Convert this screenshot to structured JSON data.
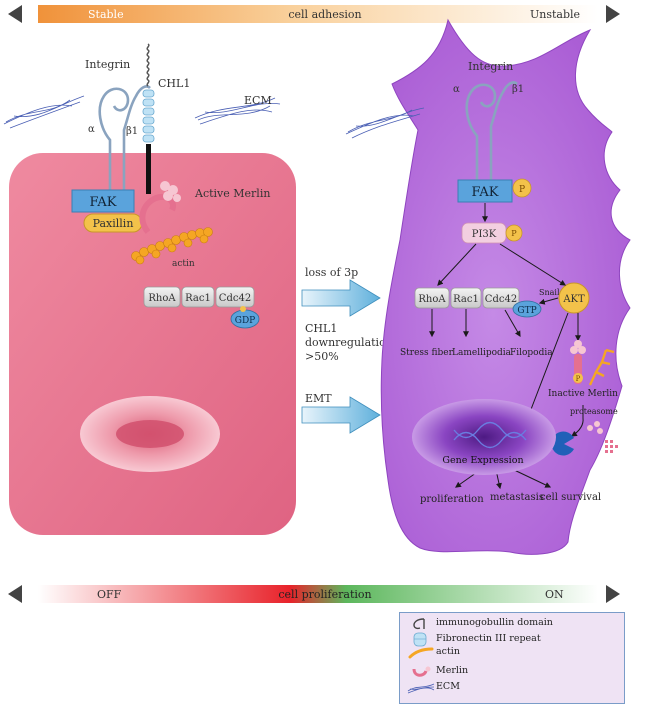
{
  "top_bar": {
    "left": "Stable",
    "center": "cell adhesion",
    "right": "Unstable"
  },
  "bottom_bar": {
    "left": "OFF",
    "center": "cell proliferation",
    "right": "ON"
  },
  "left_cell": {
    "integrin": "Integrin",
    "alpha": "α",
    "beta": "β1",
    "chl1": "CHL1",
    "ecm": "ECM",
    "fak": "FAK",
    "paxillin": "Paxillin",
    "active_merlin": "Active Merlin",
    "actin": "actin",
    "gtpases": [
      "RhoA",
      "Rac1",
      "Cdc42"
    ],
    "gdp": "GDP"
  },
  "arrows": {
    "loss": "loss of 3p",
    "chl1_line1": "CHL1",
    "chl1_line2": "downregulation",
    "chl1_line3": ">50%",
    "emt": "EMT"
  },
  "right_cell": {
    "integrin": "Integrin",
    "alpha": "α",
    "beta": "β1",
    "fak": "FAK",
    "p": "P",
    "pi3k": "PI3K",
    "gtpases": [
      "RhoA",
      "Rac1",
      "Cdc42"
    ],
    "gtp": "GTP",
    "snail": "Snail",
    "akt": "AKT",
    "outcomes": [
      "Stress fiber",
      "Lamellipodia",
      "Filopodia"
    ],
    "inactive_merlin": "Inactive Merlin",
    "proteasome": "proteasome",
    "gene_expression": "Gene Expression",
    "results": [
      "proliferation",
      "metastasis",
      "cell survival"
    ]
  },
  "legend": {
    "items": [
      {
        "label": "immunogobullin domain",
        "icon": "hook-icon"
      },
      {
        "label": "Fibronectin III repeat",
        "icon": "cylinder-icon"
      },
      {
        "label": "actin",
        "icon": "actin-icon"
      },
      {
        "label": "Merlin",
        "icon": "merlin-icon"
      },
      {
        "label": "ECM",
        "icon": "ecm-icon"
      }
    ]
  },
  "colors": {
    "left_cell": "#e66d8a",
    "right_cell": "#b068d8",
    "fak": "#5aa3dc",
    "paxillin": "#f3c24a",
    "merlin": "#e56b8c",
    "actin": "#f5a623",
    "nucleus": "#7c3aa8"
  }
}
